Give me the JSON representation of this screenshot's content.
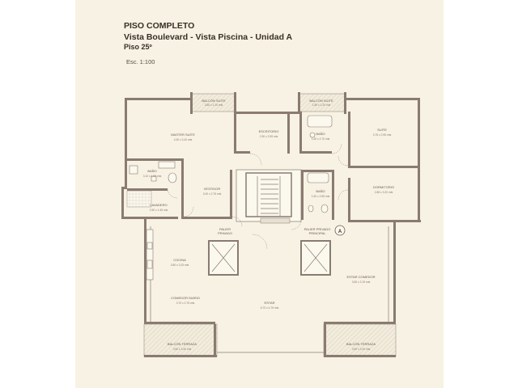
{
  "header": {
    "title": "PISO COMPLETO",
    "subtitle": "Vista Boulevard - Vista Piscina - Unidad  A",
    "floor": "Piso 25º",
    "scale": "Esc. 1:100"
  },
  "rooms": {
    "balcon_suite_1": {
      "name": "BALCÓN SUITE",
      "dims": "3.80 x 1.20 mts"
    },
    "balcon_suite_2": {
      "name": "BALCÓN SUITE",
      "dims": "1.80 x 1.20 mts"
    },
    "master_suite": {
      "name": "MASTER SUITE",
      "dims": "4.30 x 3.40 mts"
    },
    "escritorio": {
      "name": "ESCRITORIO",
      "dims": "2.90 x 2.59 mts"
    },
    "bano_1": {
      "name": "BAÑO",
      "dims": "1.60 x 2.70 mts"
    },
    "suite": {
      "name": "SUITE",
      "dims": "3.75 x 2.95 mts"
    },
    "bano_master": {
      "name": "BAÑO",
      "dims": "3.10 x 1.60 mts"
    },
    "vestidor": {
      "name": "VESTIDOR",
      "dims": "3.00 x 2.75 mts"
    },
    "bano_2": {
      "name": "BAÑO",
      "dims": "1.60 x 2.55 mts"
    },
    "dormitorio": {
      "name": "DORMITORIO",
      "dims": "2.85 x 3.20 mts"
    },
    "lavadero": {
      "name": "LAVADERO",
      "dims": "2.50 x 1.45 mts"
    },
    "palier_privado": {
      "name": "PALIER\nPRIVADO"
    },
    "palier_principal": {
      "name": "PALIER PRIVADO\nPRINCIPAL"
    },
    "cocina": {
      "name": "COCINA",
      "dims": "3.80 x 3.25 mts"
    },
    "estar_comedor": {
      "name": "ESTAR COMEDOR",
      "dims": "3.80 x 3.15 mts"
    },
    "comedor_diario": {
      "name": "COMEDOR DIARIO",
      "dims": "3.70 x 2.75 mts"
    },
    "estar": {
      "name": "ESTAR",
      "dims": "6.70 x 4.75 mts"
    },
    "balcon_terraza_1": {
      "name": "BALCÓN TERRAZA",
      "dims": "3.60 x 3.40 mts"
    },
    "balcon_terraza_2": {
      "name": "BALCÓN TERRAZA",
      "dims": "3.60 x 3.40 mts"
    }
  },
  "unit_marker": "A",
  "colors": {
    "paper": "#f7f2e4",
    "walls": "#8a7b70",
    "title_text": "#3a2f26"
  }
}
